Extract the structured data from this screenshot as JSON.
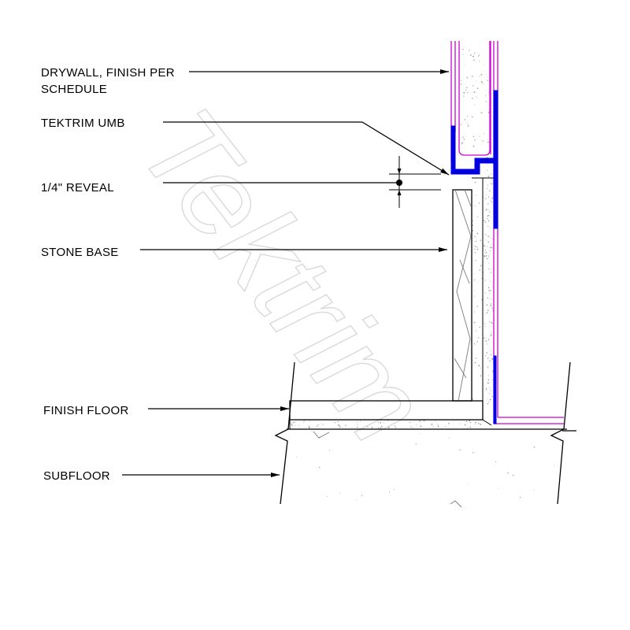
{
  "labels": {
    "drywall_line1": "DRYWALL, FINISH PER",
    "drywall_line2": "SCHEDULE",
    "tektrim": "TEKTRIM UMB",
    "reveal": "1/4\" REVEAL",
    "stone_base": "STONE BASE",
    "finish_floor": "FINISH FLOOR",
    "subfloor": "SUBFLOOR"
  },
  "watermark": "Tektrim",
  "colors": {
    "line": "#000000",
    "drywall": "#d000d0",
    "trim": "#0000e0",
    "watermark": "#d9d9d9",
    "stone_hatch": "#7a7a7a"
  }
}
